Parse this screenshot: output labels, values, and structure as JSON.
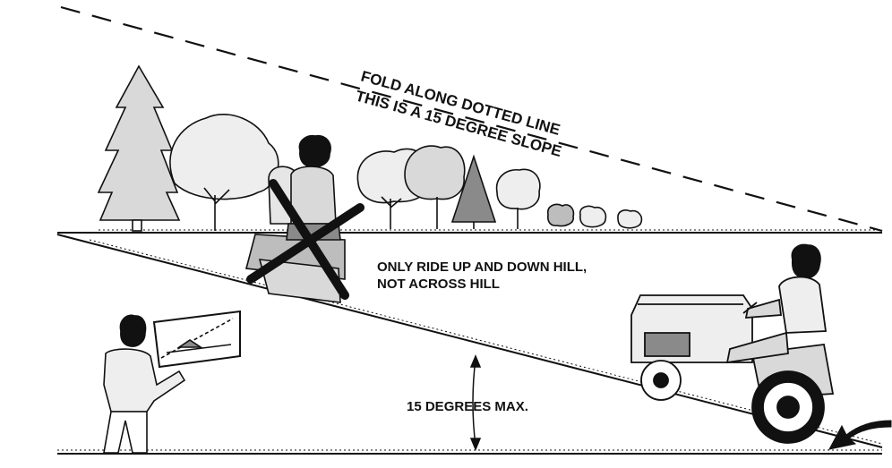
{
  "fold_label": "FOLD ALONG DOTTED LINE",
  "slope_label": "THIS IS A 15 DEGREE SLOPE",
  "instruction_line1": "ONLY RIDE UP AND DOWN HILL,",
  "instruction_line2": "NOT ACROSS HILL",
  "angle_label": "15 DEGREES MAX.",
  "colors": {
    "ink": "#111111",
    "fill_light": "#d9d9d9",
    "fill_dark": "#8a8a8a",
    "paper": "#ffffff"
  }
}
